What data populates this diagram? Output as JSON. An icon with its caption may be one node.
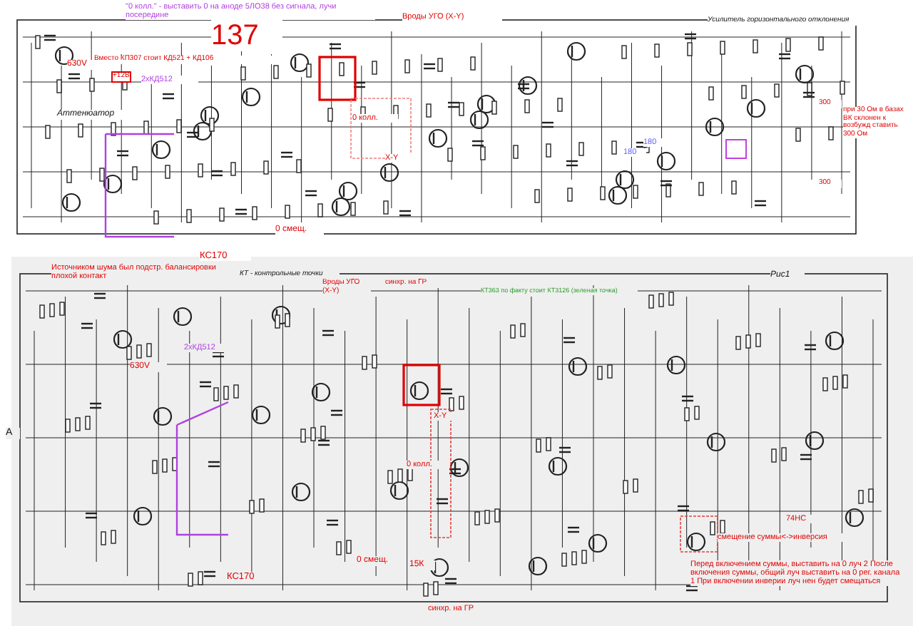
{
  "diagram": {
    "labels": [
      "\"0 колл.\" - выставить 0 на аноде 5ЛО38 без сигнала, лучи посередине",
      "137",
      "630V",
      "Вместо КП307 стоит КД521 + КД106",
      "+12В",
      "2хКД512",
      "Аттенюатор",
      "Вроды УГО (Х-Y)",
      "Усилитель горизонтального отклонения",
      "0 колл.",
      "Х-Y",
      "0 смещ.",
      "180",
      "180",
      "300",
      "300",
      "при 30 Ом в базах ВК склонен к возбужд ставить 300 Ом",
      "КС170",
      "Источником шума был подстр. балансировки плохой контакт",
      "КТ - контрольные точки",
      "Вроды УГО (Х-Y)",
      "синхр. на ГР",
      "Рис1",
      "КТ363 по факту стоит КТ3126 (зеленая точка)",
      "2хКД512",
      "630V",
      "А",
      "КС170",
      "0 колл.",
      "Х-Y",
      "0 смещ.",
      "15К",
      "синхр. на ГР",
      "74НС",
      "смещение суммы<->инверсия",
      "Перед включением суммы, выставить на 0 луч 2 После включения суммы, общий луч выставить на 0 рег. канала 1 При включении инверии луч нен будет смещаться"
    ]
  }
}
